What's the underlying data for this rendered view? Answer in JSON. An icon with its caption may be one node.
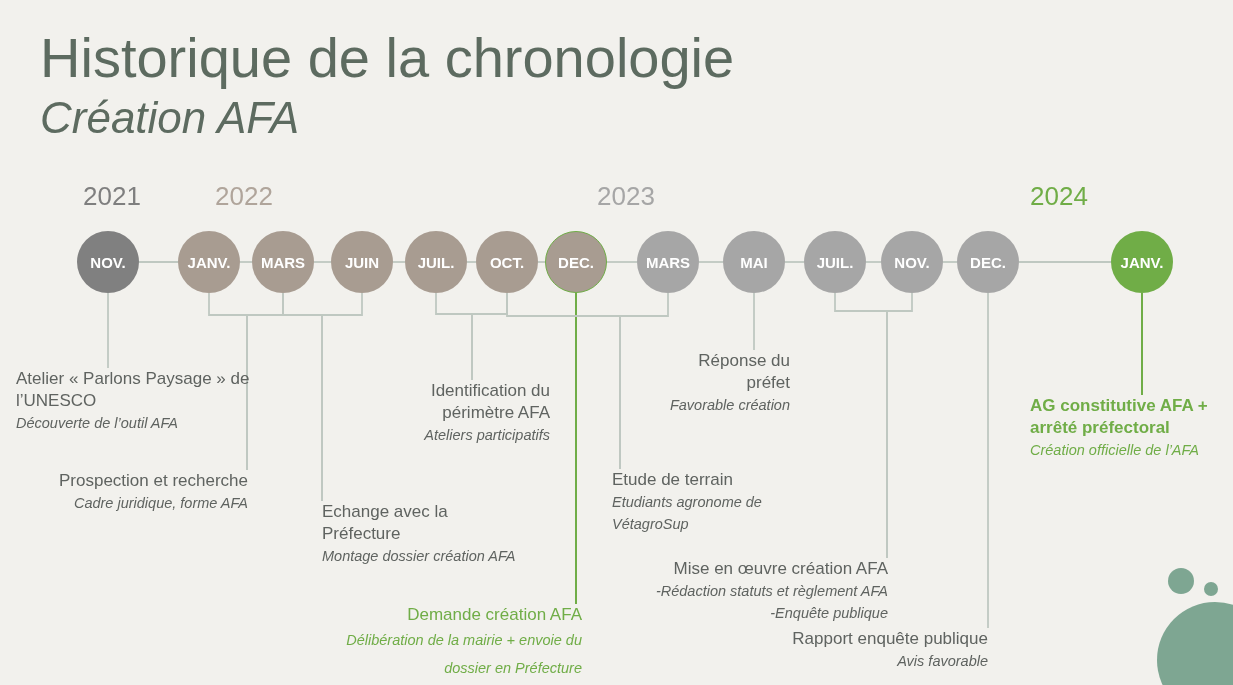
{
  "diagram": {
    "title": "Historique de la chronologie",
    "nodes": [
      {
        "text": [
          "NOV."
        ]
      },
      {
        "text": [
          "JANV."
        ]
      },
      {
        "text": [
          "MARS"
        ]
      },
      {
        "text": [
          "JUIN"
        ]
      },
      {
        "text": [
          "JUIL."
        ]
      },
      {
        "text": [
          "OCT."
        ]
      },
      {
        "text": [
          "DEC."
        ]
      },
      {
        "text": [
          "MARS"
        ]
      },
      {
        "text": [
          "MAI"
        ]
      },
      {
        "text": [
          "JUIL."
        ]
      },
      {
        "text": [
          "NOV."
        ]
      },
      {
        "text": [
          "DEC."
        ]
      },
      {
        "text": [
          "JANV."
        ]
      },
      {
        "text": [
          "Atelier « Parlons Paysage » de l’UNESCO",
          "Découverte de l’outil AFA"
        ]
      },
      {
        "text": [
          "Prospection et recherche",
          "Cadre juridique, forme AFA"
        ]
      },
      {
        "text": [
          "Echange avec la Préfecture",
          "Montage dossier création AFA"
        ]
      },
      {
        "text": [
          "Identification du périmètre AFA",
          "Ateliers participatifs"
        ]
      },
      {
        "text": [
          "Demande création AFA",
          "Délibération de la mairie + envoie du dossier en Préfecture"
        ]
      },
      {
        "text": [
          "Etude de terrain",
          "Etudiants agronome de VétagroSup"
        ]
      },
      {
        "text": [
          "Réponse du préfet",
          "Favorable création"
        ]
      },
      {
        "text": [
          "Mise en œuvre création AFA",
          "-Rédaction statuts et règlement AFA",
          "-Enquête publique"
        ]
      },
      {
        "text": [
          "Rapport enquête publique",
          "Avis favorable"
        ]
      },
      {
        "text": [
          "AG constitutive AFA + arrêté préfectoral",
          "Création officielle de l’AFA"
        ]
      }
    ],
    "edges": [
      {
        "from": 0,
        "to": 1,
        "arrow": "none"
      },
      {
        "from": 1,
        "to": 2,
        "arrow": "none"
      },
      {
        "from": 2,
        "to": 3,
        "arrow": "none"
      },
      {
        "from": 3,
        "to": 4,
        "arrow": "none"
      },
      {
        "from": 4,
        "to": 5,
        "arrow": "none"
      },
      {
        "from": 5,
        "to": 6,
        "arrow": "none"
      },
      {
        "from": 6,
        "to": 7,
        "arrow": "none"
      },
      {
        "from": 7,
        "to": 8,
        "arrow": "none"
      },
      {
        "from": 8,
        "to": 9,
        "arrow": "none"
      },
      {
        "from": 9,
        "to": 10,
        "arrow": "none"
      },
      {
        "from": 10,
        "to": 11,
        "arrow": "none"
      },
      {
        "from": 11,
        "to": 12,
        "arrow": "none"
      },
      {
        "from": 0,
        "to": 13,
        "arrow": "none"
      },
      {
        "from": 1,
        "to": 14,
        "arrow": "none"
      },
      {
        "from": 2,
        "to": 14,
        "arrow": "none"
      },
      {
        "from": 2,
        "to": 15,
        "arrow": "none"
      },
      {
        "from": 3,
        "to": 15,
        "arrow": "none"
      },
      {
        "from": 4,
        "to": 16,
        "arrow": "none"
      },
      {
        "from": 5,
        "to": 16,
        "arrow": "none"
      },
      {
        "from": 6,
        "to": 17,
        "arrow": "none",
        "color": "#70ad47"
      },
      {
        "from": 5,
        "to": 18,
        "arrow": "none"
      },
      {
        "from": 7,
        "to": 18,
        "arrow": "none"
      },
      {
        "from": 8,
        "to": 19,
        "arrow": "none"
      },
      {
        "from": 9,
        "to": 20,
        "arrow": "none"
      },
      {
        "from": 10,
        "to": 20,
        "arrow": "none"
      },
      {
        "from": 11,
        "to": 21,
        "arrow": "none"
      },
      {
        "from": 12,
        "to": 22,
        "arrow": "none",
        "color": "#70ad47"
      }
    ],
    "labels": [
      "Création AFA",
      "2021",
      "2022",
      "2023",
      "2024"
    ]
  }
}
